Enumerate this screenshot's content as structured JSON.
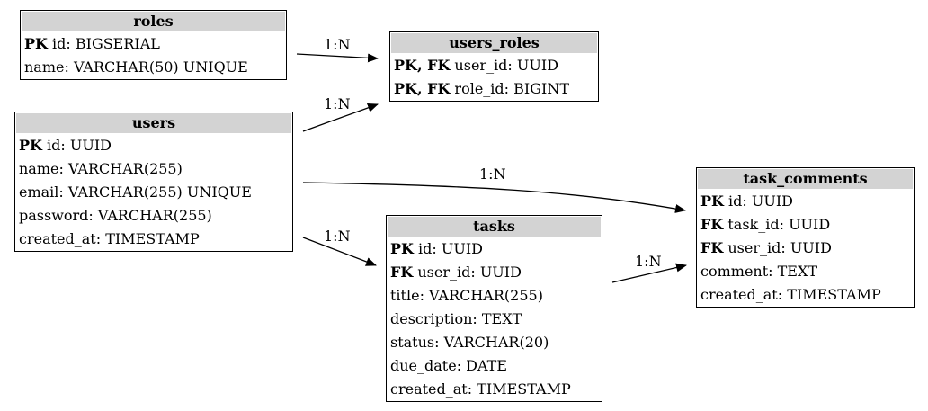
{
  "tables": {
    "roles": {
      "name": "roles",
      "columns": [
        {
          "key": "PK",
          "text": " id: BIGSERIAL"
        },
        {
          "key": "",
          "text": "name: VARCHAR(50) UNIQUE"
        }
      ]
    },
    "users_roles": {
      "name": "users_roles",
      "columns": [
        {
          "key": "PK, FK",
          "text": " user_id: UUID"
        },
        {
          "key": "PK, FK",
          "text": " role_id: BIGINT"
        }
      ]
    },
    "users": {
      "name": "users",
      "columns": [
        {
          "key": "PK",
          "text": " id: UUID"
        },
        {
          "key": "",
          "text": "name: VARCHAR(255)"
        },
        {
          "key": "",
          "text": "email: VARCHAR(255) UNIQUE"
        },
        {
          "key": "",
          "text": "password: VARCHAR(255)"
        },
        {
          "key": "",
          "text": "created_at: TIMESTAMP"
        }
      ]
    },
    "task_comments": {
      "name": "task_comments",
      "columns": [
        {
          "key": "PK",
          "text": " id: UUID"
        },
        {
          "key": "FK",
          "text": " task_id: UUID"
        },
        {
          "key": "FK",
          "text": " user_id: UUID"
        },
        {
          "key": "",
          "text": "comment: TEXT"
        },
        {
          "key": "",
          "text": "created_at: TIMESTAMP"
        }
      ]
    },
    "tasks": {
      "name": "tasks",
      "columns": [
        {
          "key": "PK",
          "text": " id: UUID"
        },
        {
          "key": "FK",
          "text": " user_id: UUID"
        },
        {
          "key": "",
          "text": "title: VARCHAR(255)"
        },
        {
          "key": "",
          "text": "description: TEXT"
        },
        {
          "key": "",
          "text": "status: VARCHAR(20)"
        },
        {
          "key": "",
          "text": "due_date: DATE"
        },
        {
          "key": "",
          "text": "created_at: TIMESTAMP"
        }
      ]
    }
  },
  "relations": {
    "roles_to_users_roles": "1:N",
    "users_to_users_roles": "1:N",
    "users_to_task_comments": "1:N",
    "users_to_tasks": "1:N",
    "tasks_to_task_comments": "1:N"
  }
}
